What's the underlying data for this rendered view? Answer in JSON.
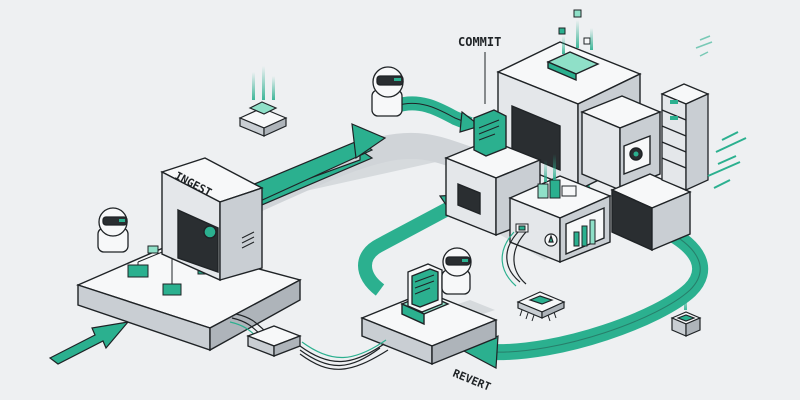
{
  "labels": {
    "ingest": "INGEST",
    "commit": "COMMIT",
    "revert": "REVERT"
  },
  "colors": {
    "background": "#eef0f2",
    "accent": "#2bb08f",
    "accent_light": "#8fe0c8",
    "outline": "#1f2326",
    "block_top": "#f7f8f9",
    "block_side": "#c9ced3",
    "block_dark": "#2a2e31"
  },
  "icons": [
    "robot-icon",
    "server-rack-icon",
    "microchip-icon",
    "document-icon",
    "bar-chart-icon",
    "gear-icon"
  ]
}
